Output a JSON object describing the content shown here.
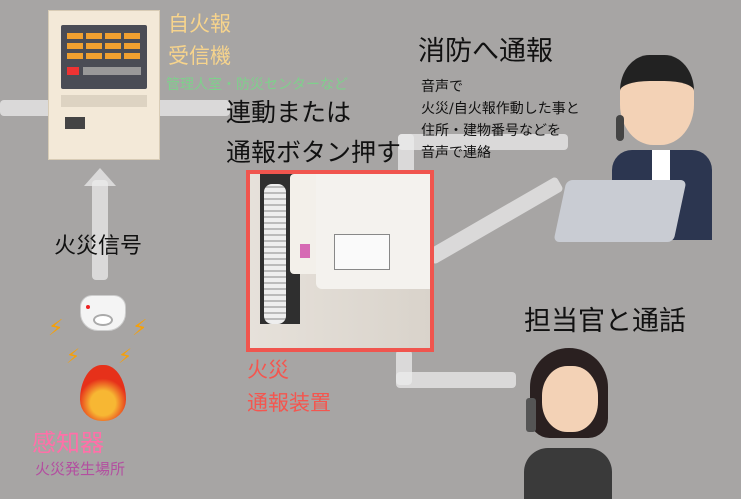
{
  "receiver": {
    "title_line1": "自火報",
    "title_line2": "受信機",
    "location": "管理人室・防災センターなど"
  },
  "link_label": {
    "line1": "連動または",
    "line2": "通報ボタン押す"
  },
  "fire_dept": {
    "title": "消防へ通報",
    "lines": [
      "音声で",
      "火災/自火報作動した事と",
      "住所・建物番号などを",
      "音声で連絡"
    ]
  },
  "device": {
    "line1": "火災",
    "line2": "通報装置"
  },
  "signal_label": "火災信号",
  "detector": {
    "title": "感知器",
    "subtitle": "火災発生場所"
  },
  "call_label": "担当官と通話",
  "colors": {
    "background": "#a7a5a4",
    "receiver_text": "#f7d48c",
    "location_text": "#7fd08c",
    "device_border": "#f0554e",
    "device_text": "#f4564f",
    "detector_text": "#ff70a8",
    "detector_sub": "#b34fa0"
  }
}
